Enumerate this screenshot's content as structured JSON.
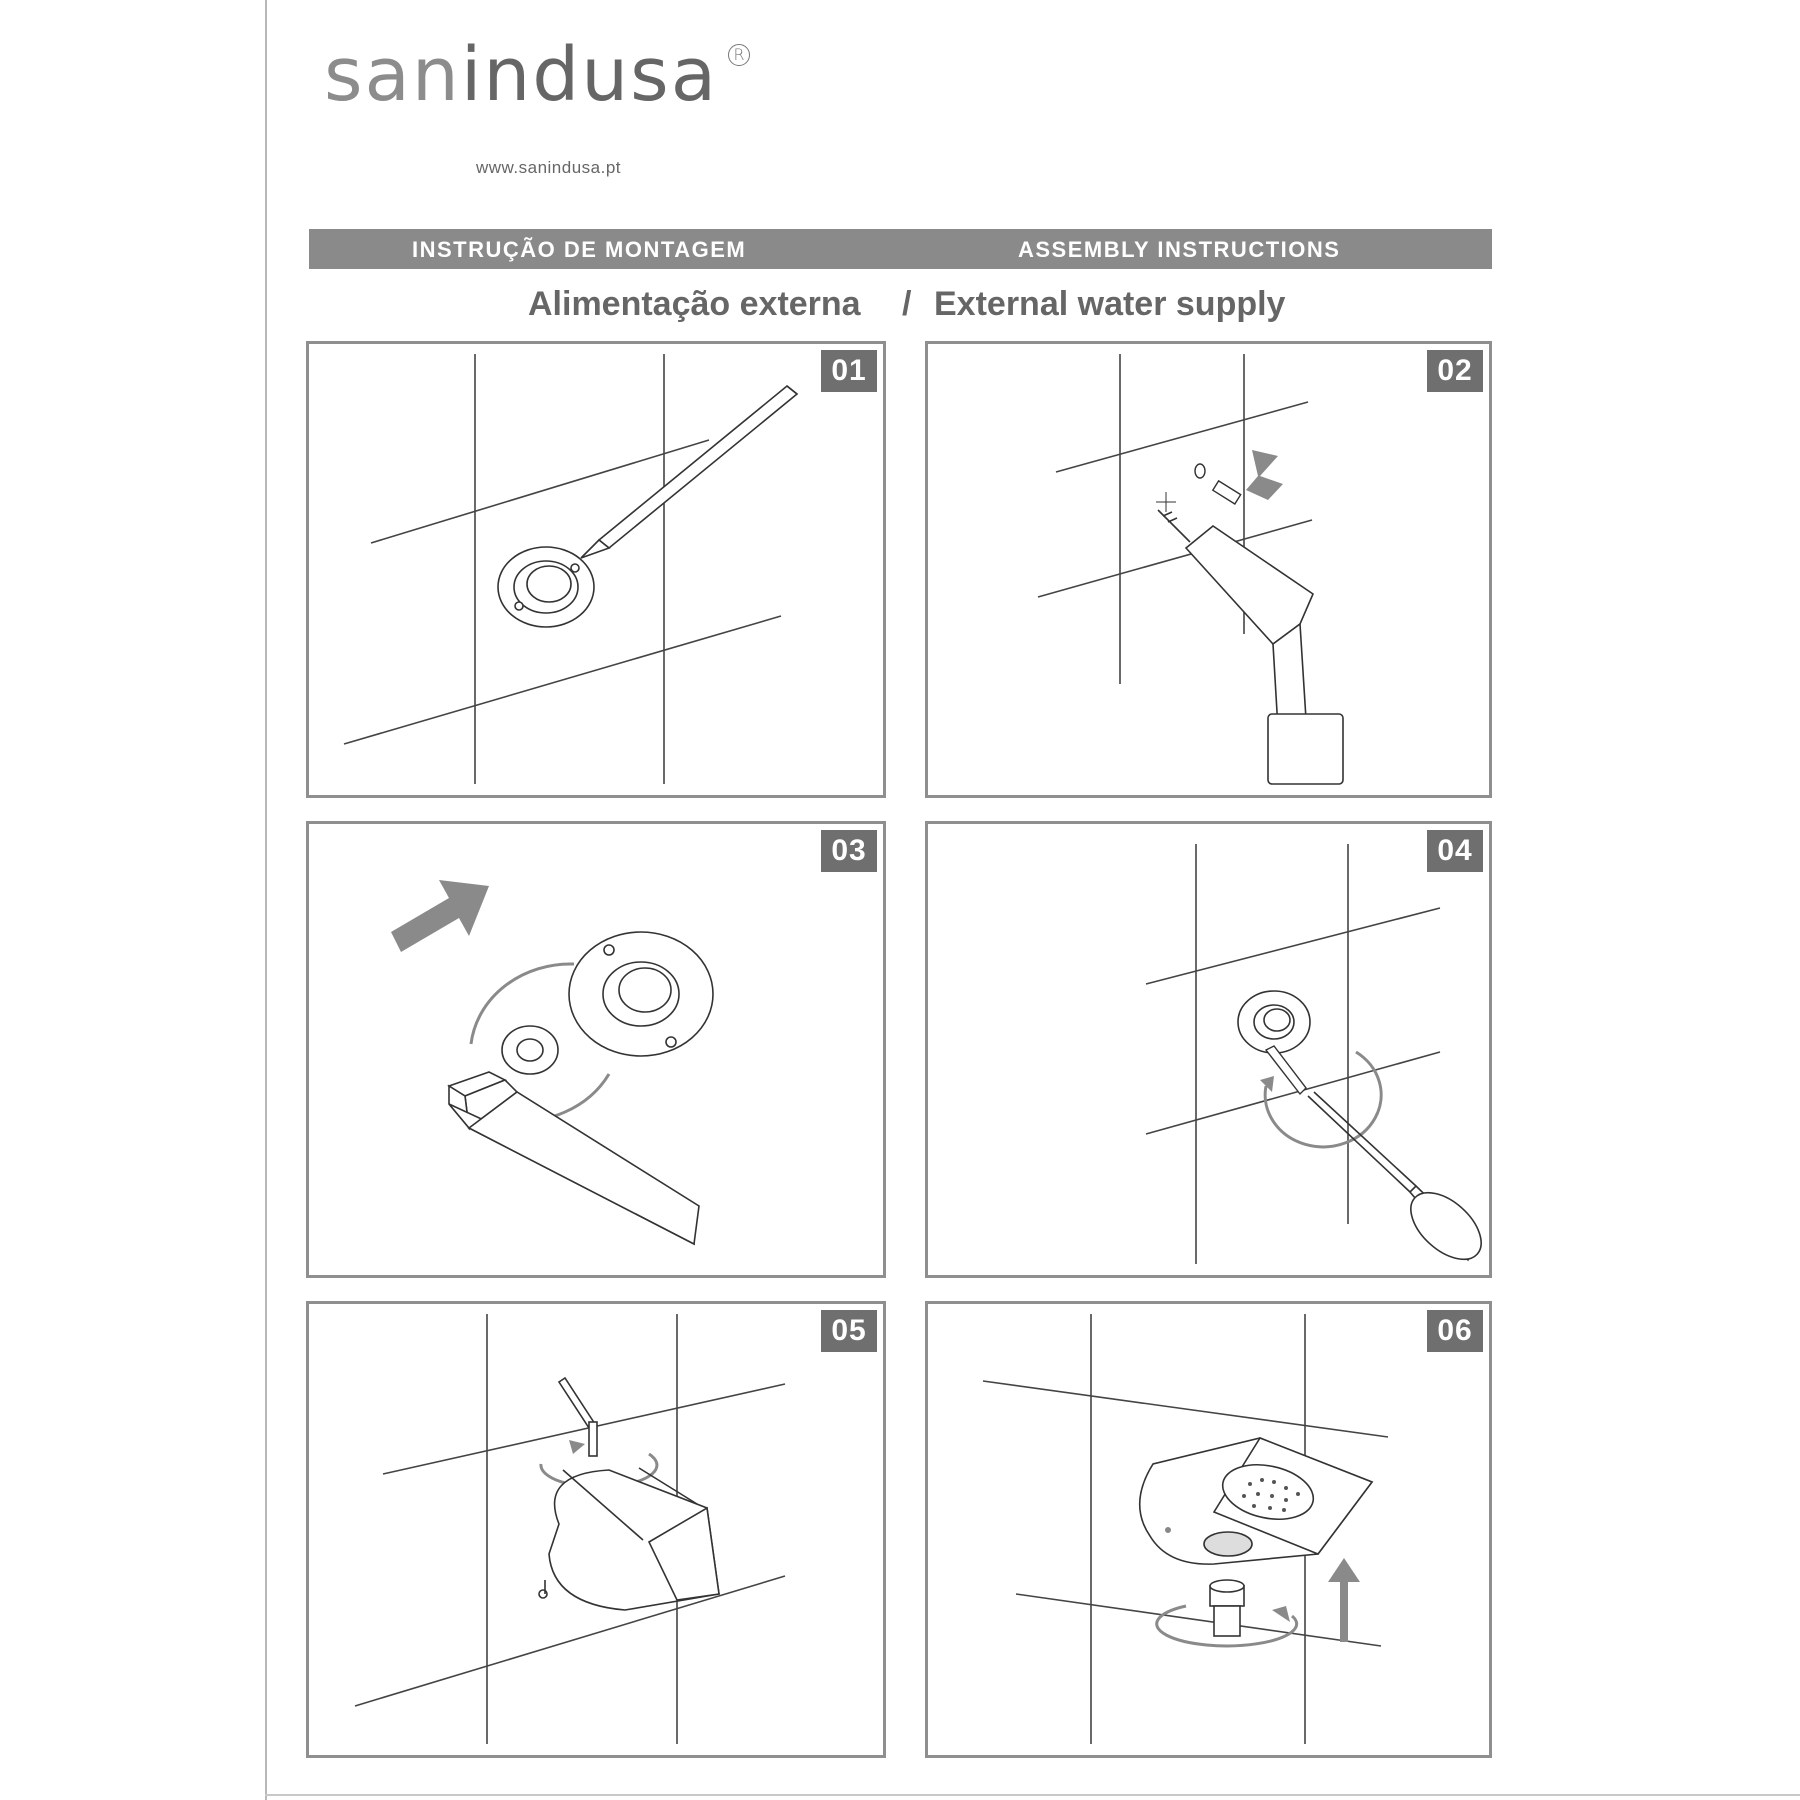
{
  "brand": {
    "name_light": "san",
    "name_dark": "indusa",
    "registered_mark": "R"
  },
  "website": "www.sanindusa.pt",
  "banner": {
    "left_label": "INSTRUÇÃO DE MONTAGEM",
    "right_label": "ASSEMBLY INSTRUCTIONS"
  },
  "subtitle": {
    "pt": "Alimentação externa",
    "separator": "/",
    "en": "External water supply"
  },
  "steps": [
    {
      "number": "01"
    },
    {
      "number": "02"
    },
    {
      "number": "03"
    },
    {
      "number": "04"
    },
    {
      "number": "05"
    },
    {
      "number": "06"
    }
  ]
}
